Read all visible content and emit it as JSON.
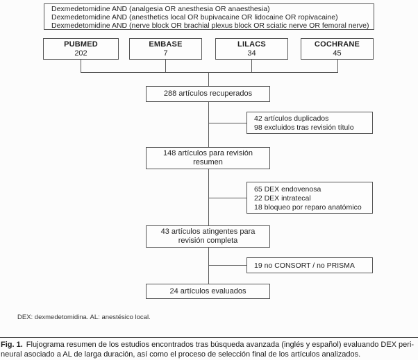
{
  "figure": {
    "search_query": {
      "lines": [
        "Dexmedetomidine AND (analgesia OR anesthesia OR anaesthesia)",
        "Dexmedetomidine AND (anesthetics local OR bupivacaine OR lidocaine OR ropivacaine)",
        "Dexmedetomidine AND (nerve block OR brachial plexus block OR sciatic nerve OR femoral nerve)"
      ]
    },
    "databases": [
      {
        "name": "PUBMED",
        "count": "202"
      },
      {
        "name": "EMBASE",
        "count": "7"
      },
      {
        "name": "LILACS",
        "count": "34"
      },
      {
        "name": "COCHRANE",
        "count": "45"
      }
    ],
    "flow_boxes": {
      "retrieved": {
        "lines": [
          "288 artículos recuperados"
        ]
      },
      "excluded_after_title": {
        "lines": [
          "42 artículos duplicados",
          "98 excluidos tras revisión título"
        ]
      },
      "abstract_review": {
        "lines": [
          "148 artículos para revisión",
          "resumen"
        ]
      },
      "excluded_after_abstract": {
        "lines": [
          "65 DEX endovenosa",
          "22 DEX intratecal",
          "18 bloqueo por reparo anatómico"
        ]
      },
      "full_text_review": {
        "lines": [
          "43 artículos atingentes para",
          "revisión completa"
        ]
      },
      "excluded_no_guidelines": {
        "lines": [
          "19 no CONSORT / no PRISMA"
        ]
      },
      "evaluated": {
        "lines": [
          "24 artículos evaluados"
        ]
      }
    },
    "footnote": "DEX: dexmedetomidina. AL: anestésico local.",
    "caption": {
      "label": "Fig. 1.",
      "line1": "Flujograma resumen de los estudios encontrados tras búsqueda avanzada (inglés y español) evaluando DEX peri-",
      "line2": "neural asociado a AL de larga duración, así como el proceso de selección final de los artículos analizados."
    }
  },
  "colors": {
    "border": "#555555",
    "text": "#222222",
    "background": "#fcfcfc"
  }
}
